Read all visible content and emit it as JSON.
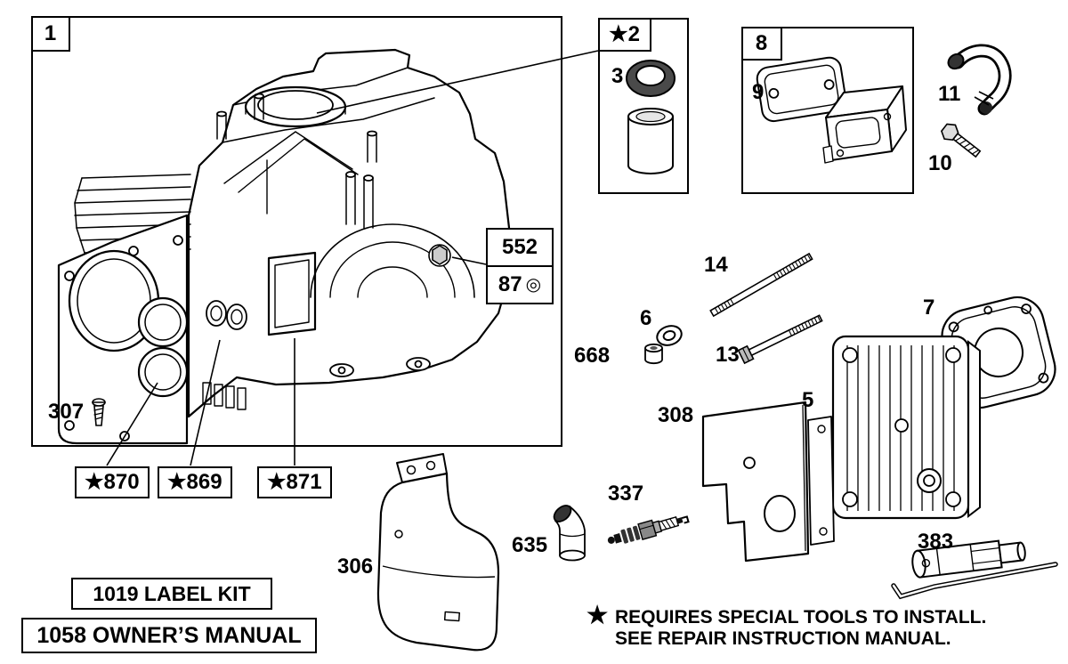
{
  "parts": {
    "frame1": "1",
    "star2": "★2",
    "p3": "3",
    "p8": "8",
    "p9": "9",
    "p10": "10",
    "p11": "11",
    "p552": "552",
    "p87": "87",
    "p14": "14",
    "p6": "6",
    "p668": "668",
    "p13": "13",
    "p7": "7",
    "p5": "5",
    "p308": "308",
    "p307": "307",
    "p870": "★870",
    "p869": "★869",
    "p871": "★871",
    "p337": "337",
    "p635": "635",
    "p306": "306",
    "p383": "383"
  },
  "callouts": {
    "label_kit": "1019 LABEL KIT",
    "owners_manual": "1058 OWNER’S MANUAL"
  },
  "footnote": {
    "star": "★",
    "line1": "REQUIRES SPECIAL TOOLS TO INSTALL.",
    "line2": "SEE REPAIR INSTRUCTION MANUAL."
  },
  "icons": {
    "grommet": "◎"
  }
}
